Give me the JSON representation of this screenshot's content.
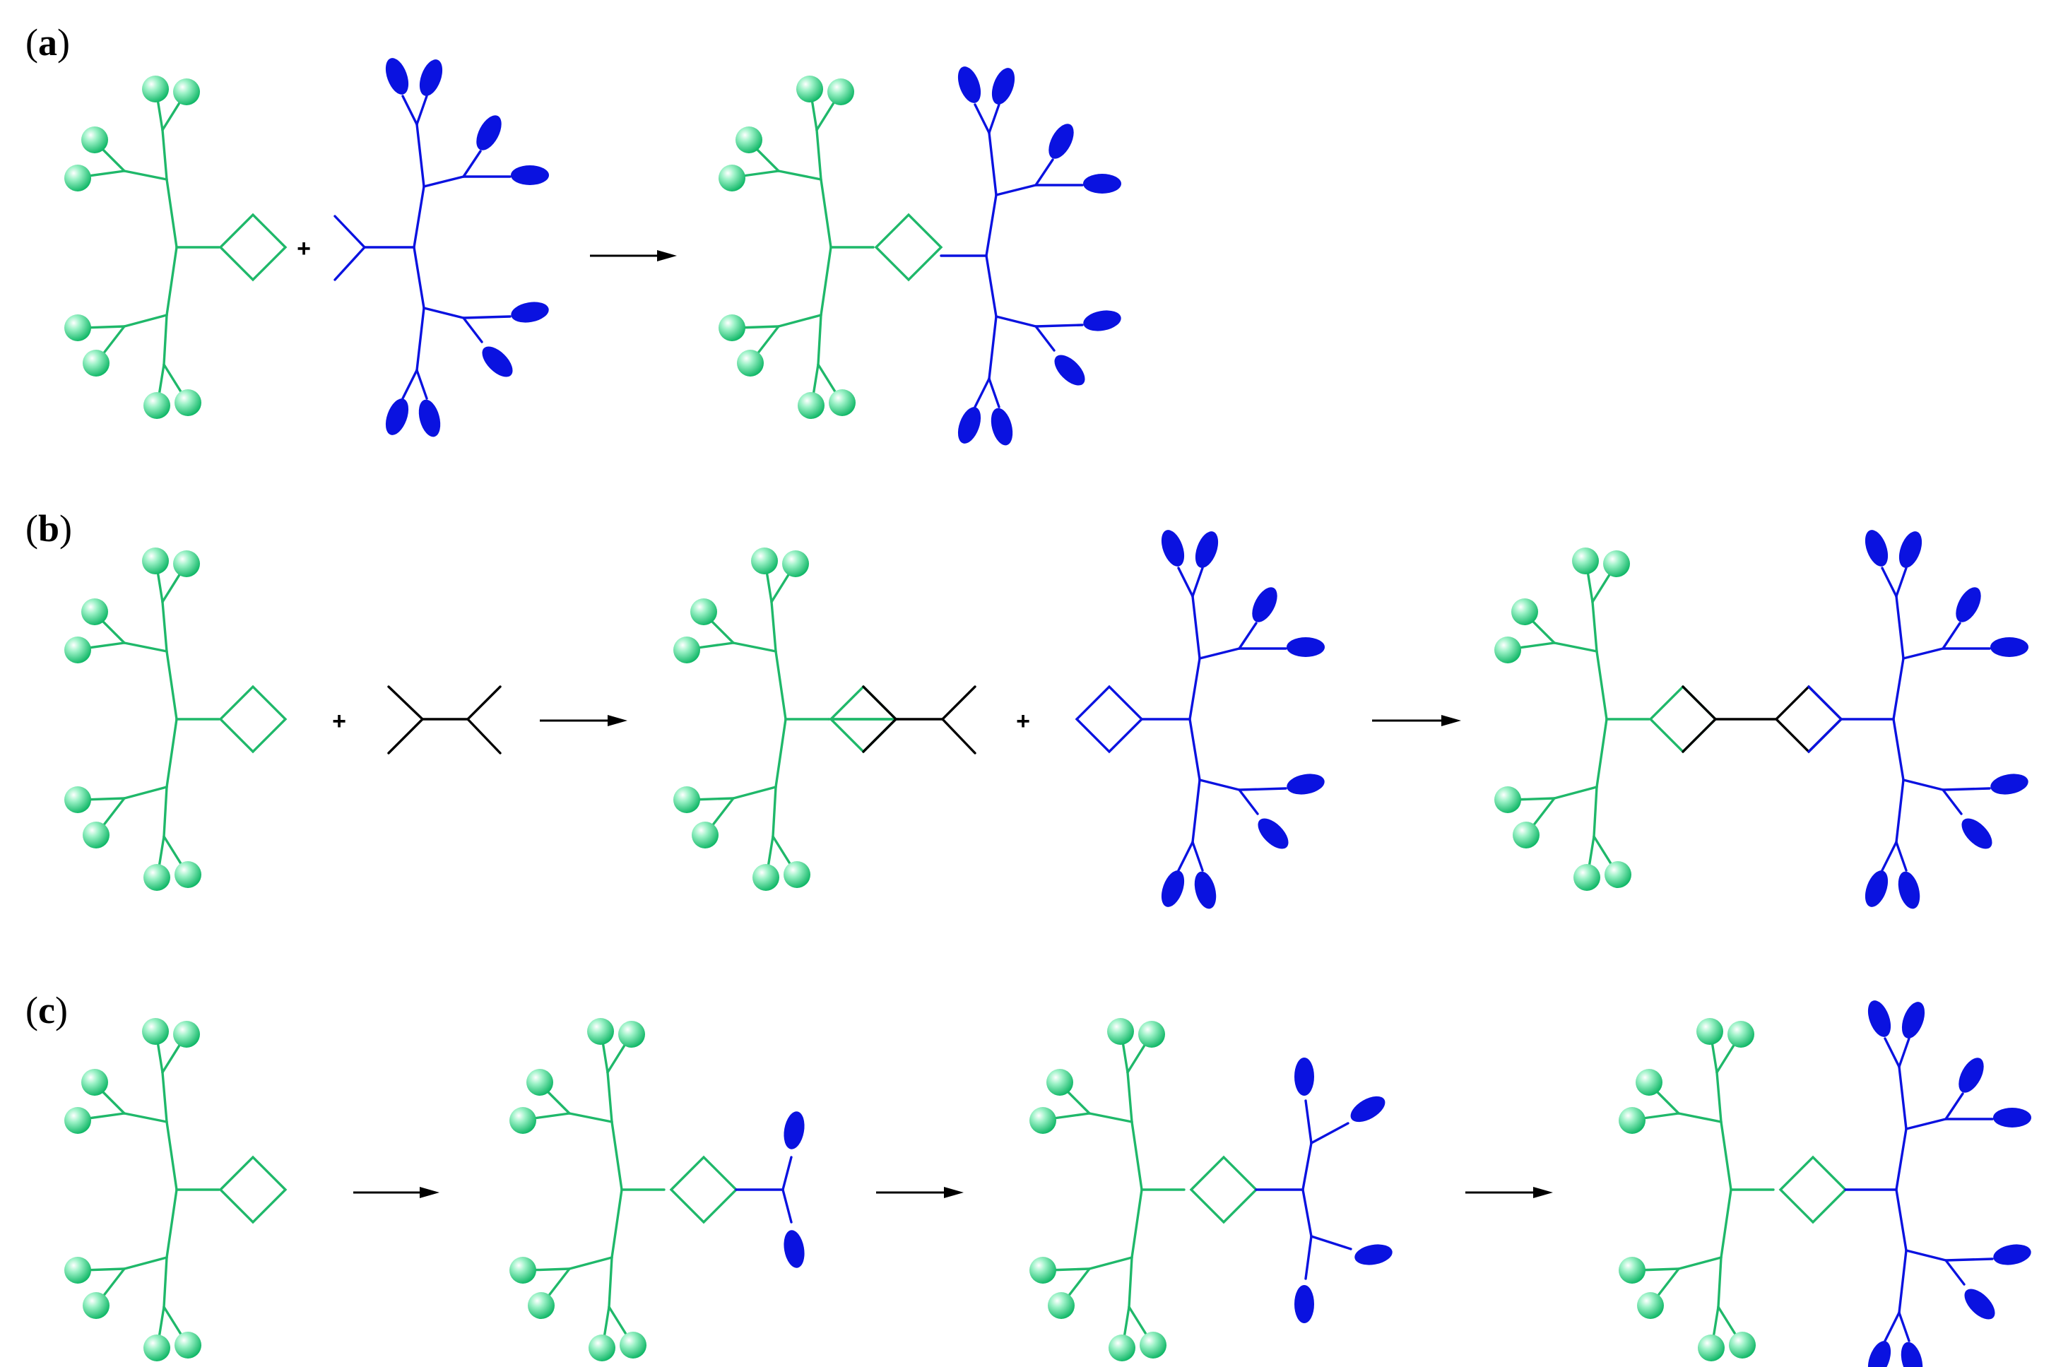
{
  "panels": [
    {
      "open": "(",
      "letter": "a",
      "close": ")"
    },
    {
      "open": "(",
      "letter": "b",
      "close": ")"
    },
    {
      "open": "(",
      "letter": "c",
      "close": ")"
    }
  ],
  "symbols": {
    "plus": "+"
  },
  "colors": {
    "green_dendron": "#1fb86a",
    "blue_dendron": "#0a12e0",
    "linker": "#000000"
  }
}
